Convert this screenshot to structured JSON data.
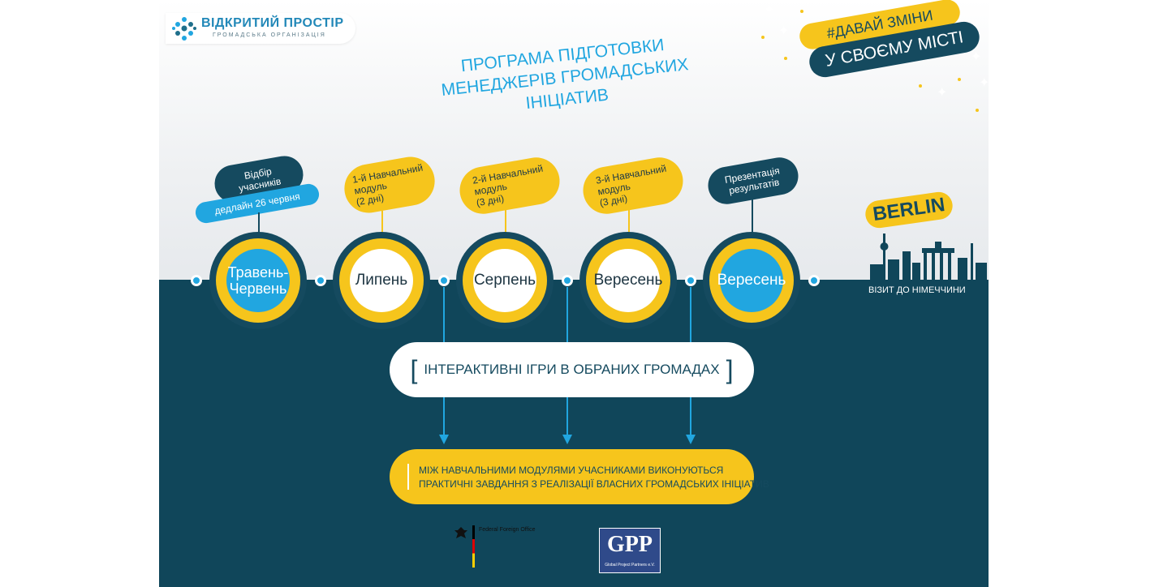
{
  "logo": {
    "name": "ВІДКРИТИЙ ПРОСТІР",
    "subtitle": "ГРОМАДСЬКА ОРГАНІЗАЦІЯ"
  },
  "title": {
    "line1": "ПРОГРАМА ПІДГОТОВКИ",
    "line2": "МЕНЕДЖЕРІВ ГРОМАДСЬКИХ",
    "line3": "ІНІЦІАТИВ"
  },
  "slogan": {
    "line1": "#ДАВАЙ ЗМІНИ",
    "line2": "У СВОЄМУ МІСТІ"
  },
  "stages": [
    {
      "month": "Травень-\nЧервень",
      "label": "Відбір\nучасників",
      "note": "дедлайн 26 червня"
    },
    {
      "month": "Липень",
      "label": "1-й Навчальний\nмодуль\n(2 дні)"
    },
    {
      "month": "Серпень",
      "label": "2-й Навчальний\nмодуль\n(3 дні)"
    },
    {
      "month": "Вересень",
      "label": "3-й Навчальний\nмодуль\n(3 дні)"
    },
    {
      "month": "Вересень",
      "label": "Презентація\nрезультатів"
    }
  ],
  "berlin": {
    "label": "BERLIN",
    "caption": "ВІЗИТ ДО НІМЕЧЧИНИ"
  },
  "games_box": {
    "text": "ІНТЕРАКТИВНІ ІГРИ В ОБРАНИХ ГРОМАДАХ"
  },
  "tasks_box": {
    "line1": "МІЖ  НАВЧАЛЬНИМИ МОДУЛЯМИ УЧАСНИКАМИ ВИКОНУЮТЬСЯ",
    "line2": "ПРАКТИЧНІ ЗАВДАННЯ З РЕАЛІЗАЦІЇ ВЛАСНИХ ГРОМАДСЬКИХ ІНІЦІАТИВ"
  },
  "sponsors": {
    "ffo": "Federal Foreign Office",
    "gpp_logo": "GPP",
    "gpp_name": "Global Project Partners e.V."
  },
  "colors": {
    "navy": "#10465a",
    "yellow": "#f6c51c",
    "blue": "#21a6e0"
  }
}
